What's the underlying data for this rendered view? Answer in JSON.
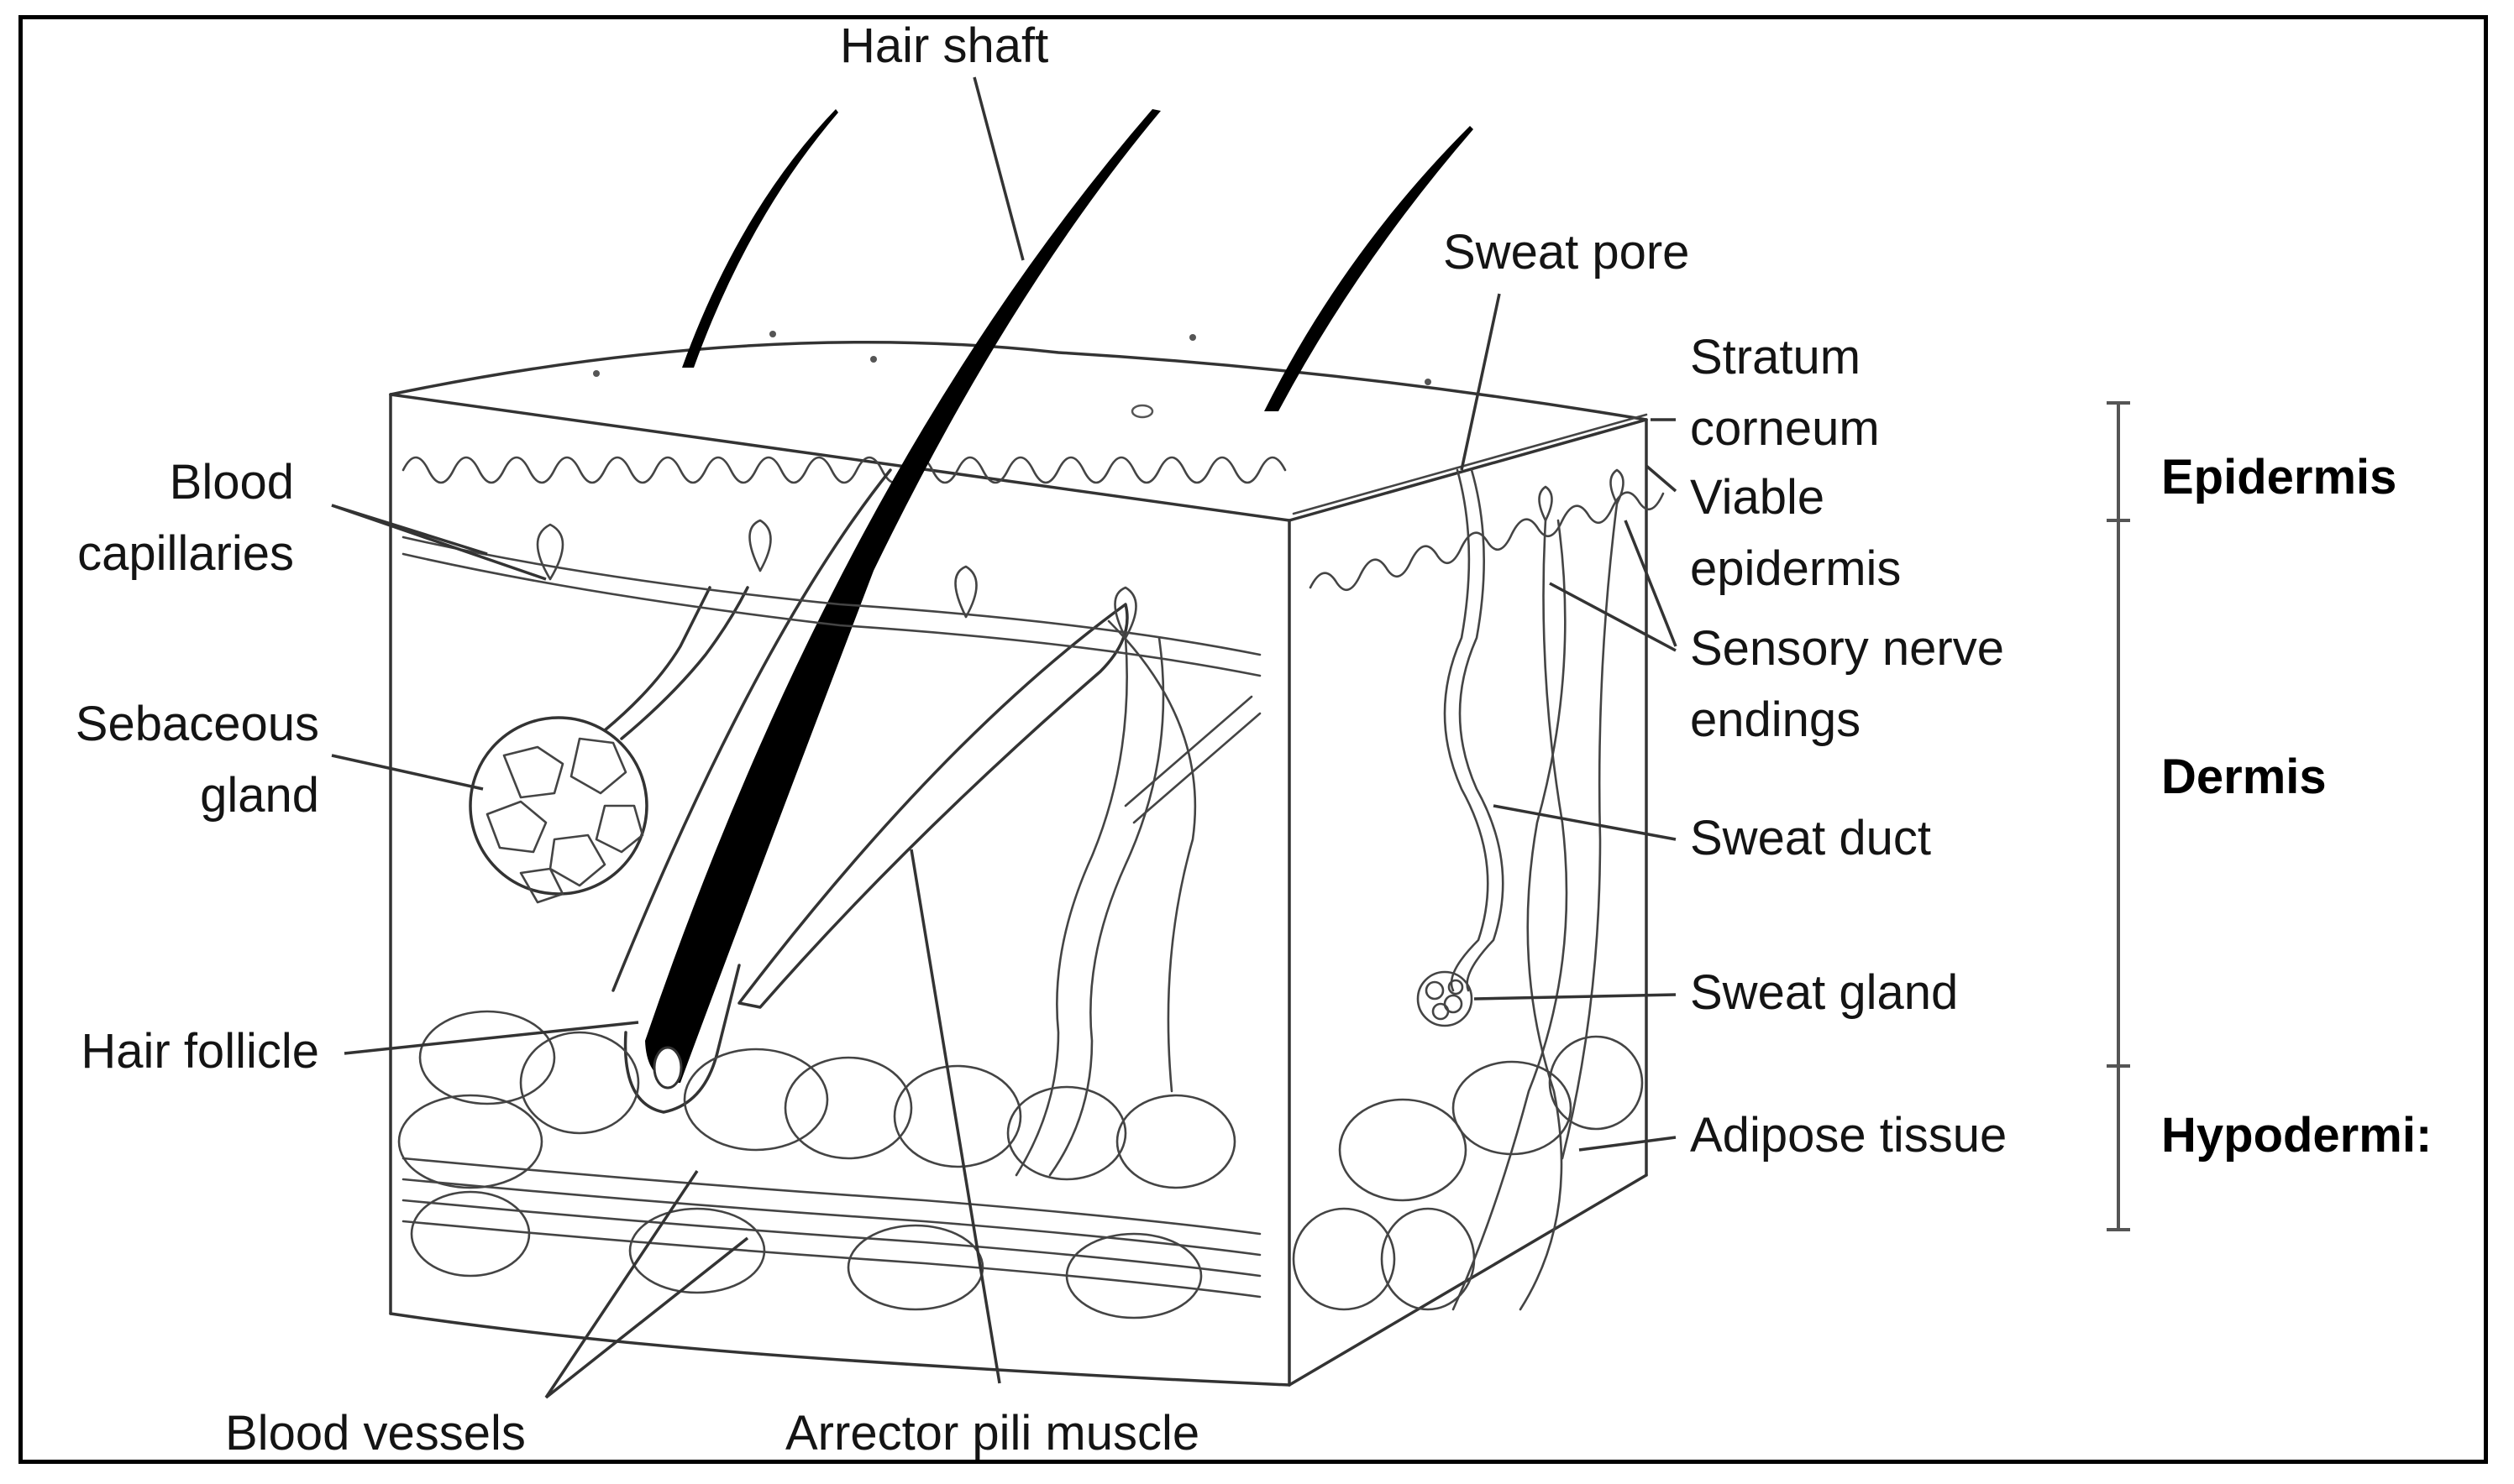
{
  "diagram": {
    "labels": {
      "hair_shaft": "Hair shaft",
      "sweat_pore": "Sweat pore",
      "stratum_corneum": [
        "Stratum",
        "corneum"
      ],
      "viable_epidermis": [
        "Viable",
        "epidermis"
      ],
      "sensory_nerve_endings": [
        "Sensory nerve",
        "endings"
      ],
      "sweat_duct": "Sweat duct",
      "sweat_gland": "Sweat gland",
      "adipose_tissue": "Adipose tissue",
      "blood_capillaries": [
        "Blood",
        "capillaries"
      ],
      "sebaceous_gland": [
        "Sebaceous",
        "gland"
      ],
      "hair_follicle": "Hair follicle",
      "blood_vessels": "Blood vessels",
      "arrector_pili_muscle": "Arrector pili muscle"
    },
    "layers": {
      "epidermis": "Epidermis",
      "dermis": "Dermis",
      "hypodermis": "Hypodermi:"
    }
  }
}
